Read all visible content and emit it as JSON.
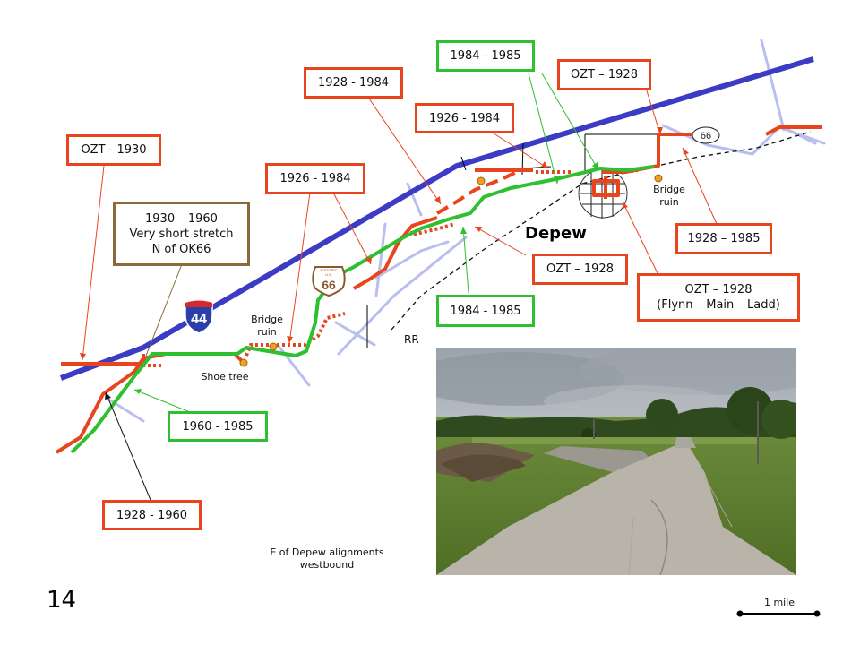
{
  "page_number": "14",
  "town": "Depew",
  "caption": "E of Depew alignments\nwestbound",
  "scale_label": "1 mile",
  "map_labels": {
    "bridge_ruin_west": "Bridge\nruin",
    "bridge_ruin_east": "Bridge\nruin",
    "shoe_tree": "Shoe tree",
    "railroad": "RR"
  },
  "shields": {
    "interstate": "44",
    "historic_top": "HISTORIC",
    "historic_us": "U.S.",
    "historic_number": "66",
    "oval": "66"
  },
  "callouts": {
    "c_1984_1985_top": "1984 - 1985",
    "c_ozt_1928_top": "OZT – 1928",
    "c_1928_1984": "1928 - 1984",
    "c_1926_1984_top": "1926 - 1984",
    "c_ozt_1930": "OZT - 1930",
    "c_1926_1984_mid": "1926 - 1984",
    "c_1930_1960": "1930 – 1960\nVery short stretch\nN of OK66",
    "c_1928_1985": "1928  – 1985",
    "c_ozt_1928_mid": "OZT – 1928",
    "c_ozt_1928_flynn": "OZT – 1928\n(Flynn – Main – Ladd)",
    "c_1984_1985_bottom": "1984 - 1985",
    "c_1960_1985": "1960 - 1985",
    "c_1928_1960": "1928 - 1960"
  },
  "colors": {
    "interstate_line": "#3b3bc4",
    "alignment_orange": "#e8451f",
    "alignment_green": "#2ec02e",
    "minor_road": "#b8bff0",
    "callout_brown": "#8a6a3a",
    "marker": "#f0a020"
  }
}
